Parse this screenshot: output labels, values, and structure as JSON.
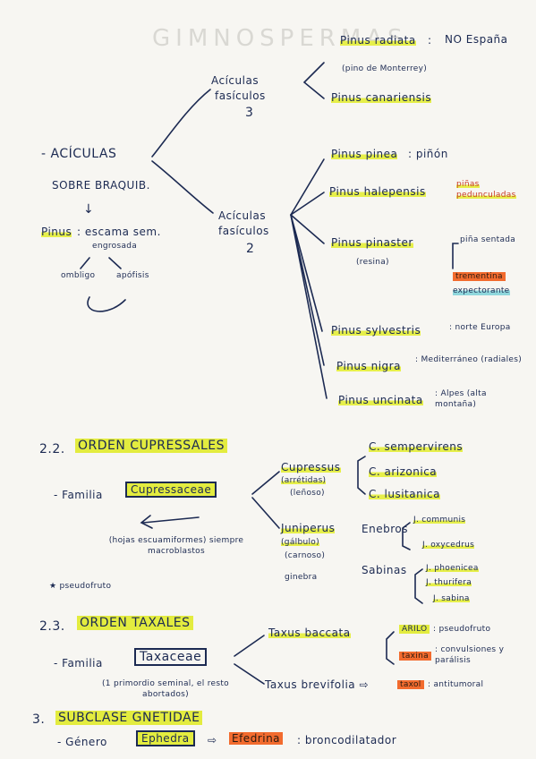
{
  "page": {
    "ghost_title": "GIMNOSPERMAS"
  },
  "top": {
    "aciculas_3_line1": "Acículas",
    "aciculas_3_line2": "fasículos",
    "aciculas_3_num": "3",
    "pinus_radiata": "Pinus radiata",
    "pinus_radiata_note_sep": ":",
    "pinus_radiata_note": "NO España",
    "pinus_radiata_sub": "(pino de Monterrey)",
    "pinus_canariensis": "Pinus canariensis",
    "aciculas_main_line1": "- ACÍCULAS",
    "aciculas_main_line2": "SOBRE BRAQUIB.",
    "arrow_down": "↓",
    "pinus_label": "Pinus",
    "pinus_desc": ": escama sem.",
    "pinus_desc2": "engrosada",
    "ombligo": "ombligo",
    "apofisis": "apófisis",
    "aciculas_2_line1": "Acículas",
    "aciculas_2_line2": "fasículos",
    "aciculas_2_num": "2",
    "pinus_pinea": "Pinus pinea",
    "pinus_pinea_note": ": piñón",
    "pinus_halepensis": "Pinus halepensis",
    "pinus_halepensis_note": "piñas pedunculadas",
    "pinus_pinaster": "Pinus pinaster",
    "pinus_pinaster_sub": "(resina)",
    "pinus_pinaster_note1": "piña sentada",
    "pinus_pinaster_note2": "trementina",
    "pinus_pinaster_note3": "expectorante",
    "pinus_sylvestris": "Pinus sylvestris",
    "pinus_sylvestris_note": ": norte Europa",
    "pinus_nigra": "Pinus nigra",
    "pinus_nigra_note": ": Mediterráneo (radiales)",
    "pinus_uncinata": "Pinus uncinata",
    "pinus_uncinata_note": ": Alpes (alta montaña)"
  },
  "cupressales": {
    "heading_num": "2.2.",
    "heading": "ORDEN CUPRESSALES",
    "familia_prefix": "- Familia",
    "familia": "Cupressaceae",
    "familia_note": "(hojas escuamiformes) siempre macroblastos",
    "pseudofruto": "★ pseudofruto",
    "cupressus": "Cupressus",
    "cupressus_sub1": "(arrétidas)",
    "cupressus_sub2": "(leñoso)",
    "c_sempervirens": "C. sempervirens",
    "c_arizonica": "C. arizonica",
    "c_lusitanica": "C. lusitanica",
    "juniperus": "Juniperus",
    "juniperus_sub1": "(gálbulo)",
    "juniperus_sub2": "(carnoso)",
    "juniperus_sub3": "ginebra",
    "enebros": "Enebros",
    "j_communis": "J. communis",
    "j_oxycedrus": "J. oxycedrus",
    "sabinas": "Sabinas",
    "j_phoenicea": "J. phoenicea",
    "j_thurifera": "J. thurifera",
    "j_sabina": "J. sabina"
  },
  "taxales": {
    "heading_num": "2.3.",
    "heading": "ORDEN TAXALES",
    "familia_prefix": "- Familia",
    "familia": "Taxaceae",
    "familia_note": "(1 primordio seminal, el resto abortados)",
    "taxus_baccata": "Taxus baccata",
    "arilo": "ARILO",
    "arilo_note": ": pseudofruto",
    "taxina": "taxina",
    "taxina_note": ": convulsiones y parálisis",
    "taxus_brevifolia": "Taxus brevifolia ⇨",
    "taxol": "taxol",
    "taxol_note": ": antitumoral"
  },
  "gnetidae": {
    "heading_num": "3.",
    "heading": "SUBCLASE GNETIDAE",
    "genero_prefix": "- Género",
    "genero": "Ephedra",
    "arrow": "⇨",
    "efedrina": "Efedrina",
    "efedrina_note": ": broncodilatador"
  }
}
